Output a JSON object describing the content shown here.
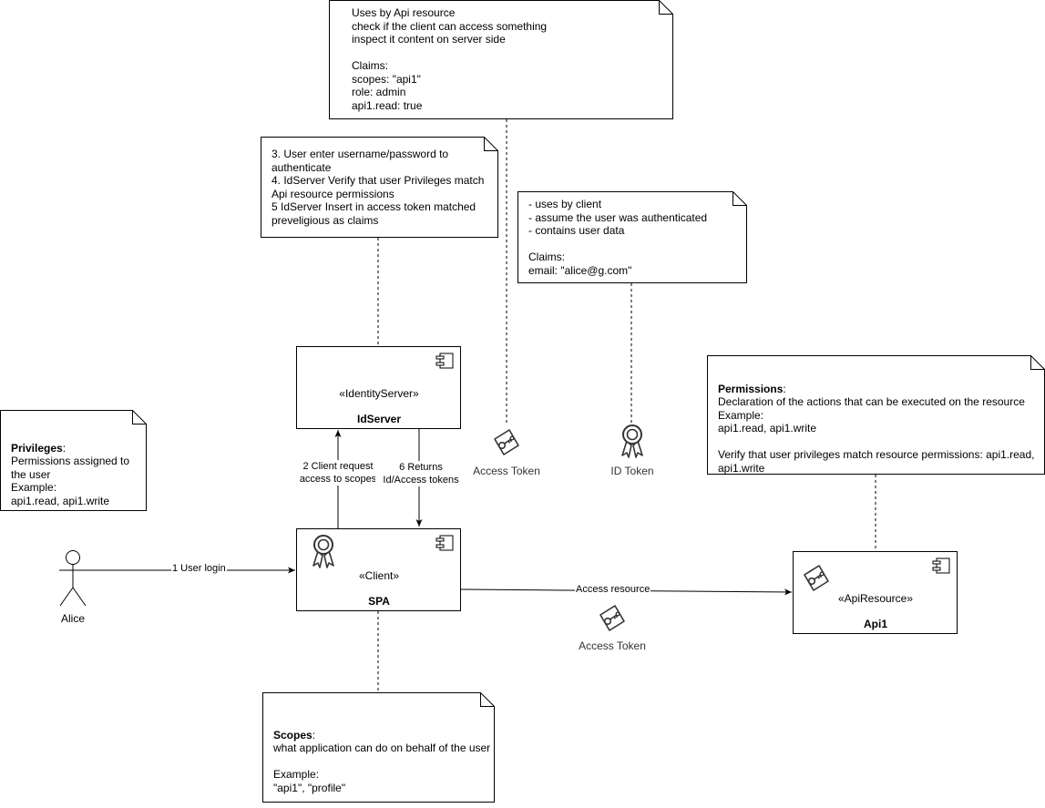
{
  "notes": {
    "api_resource_note": {
      "lines": "Uses by Api resource\ncheck if the client can access something\ninspect it content on server side\n\nClaims:\nscopes: \"api1\"\nrole: admin\napi1.read: true"
    },
    "idserver_note": {
      "lines": "3. User enter username/password to\nauthenticate\n4. IdServer Verify that user Privileges match\nApi resource permissions\n5 IdServer Insert in access token matched\npreveligious as claims"
    },
    "client_note": {
      "lines": "- uses by client\n- assume the user was authenticated\n- contains user data\n\nClaims:\nemail: \"alice@g.com\""
    },
    "permissions_note": {
      "title": "Permissions",
      "colon": ":",
      "lines": "Declaration of the actions that can be executed on the resource\nExample:\napi1.read, api1.write\n\nVerify that user privileges match resource permissions: api1.read,\napi1.write"
    },
    "privileges_note": {
      "title": "Privileges",
      "colon": ":",
      "lines": "Permissions assigned to\nthe user\nExample:\napi1.read, api1.write"
    },
    "scopes_note": {
      "title": "Scopes",
      "colon": ":",
      "lines": "what application can do on behalf of the user\n\nExample:\n\"api1\", \"profile\""
    }
  },
  "components": {
    "idserver": {
      "stereotype": "«IdentityServer»",
      "name": "IdServer"
    },
    "client": {
      "stereotype": "«Client»",
      "name": "SPA"
    },
    "api": {
      "stereotype": "«ApiResource»",
      "name": "Api1"
    }
  },
  "actor": {
    "name": "Alice"
  },
  "icons": {
    "access_token_top": {
      "icon": "key-tag-icon",
      "label": "Access Token"
    },
    "id_token": {
      "icon": "award-ribbon-icon",
      "label": "ID Token"
    },
    "access_token_bottom": {
      "icon": "key-tag-icon",
      "label": "Access Token"
    }
  },
  "edges": {
    "user_login": "1 User login",
    "client_request": "2 Client request\naccess to scopes",
    "returns_tokens": "6 Returns\nId/Access tokens",
    "access_resource": "Access resource"
  }
}
